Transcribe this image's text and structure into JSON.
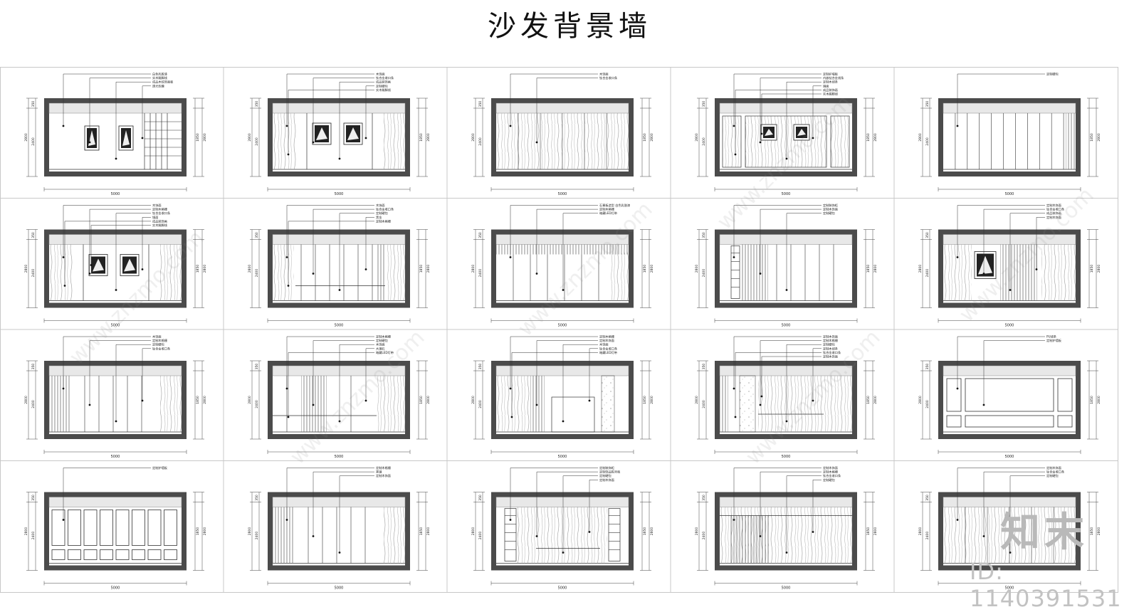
{
  "title": "沙发背景墙",
  "brand_mark": "知末",
  "doc_id": "ID: 1140391531",
  "watermark_text": "www.znzmo.com",
  "dims": {
    "width": "5000",
    "left_total": "2800",
    "left_inner": "2400",
    "left_top": "350",
    "right_mid": "1850",
    "right_total": "2800"
  },
  "panels": [
    {
      "labels": [
        "白色乳胶漆",
        "实木踢脚线",
        "成品木纹饰面板",
        "透光软膜"
      ]
    },
    {
      "labels": [
        "木饰面",
        "钛合金收口条",
        "成品装饰画",
        "定制硬包",
        "实木踢脚线"
      ]
    },
    {
      "labels": [
        "木饰面",
        "钛合金收口条"
      ]
    },
    {
      "labels": [
        "定制护墙板",
        "内嵌钛合金线条",
        "定制木线条",
        "镜面",
        "成品装饰画",
        "实木踢脚线"
      ]
    },
    {
      "labels": [
        "定制硬包"
      ]
    },
    {
      "labels": [
        "木饰面",
        "定制木格栅",
        "钛合金收口条",
        "镜面",
        "成品装饰画",
        "实木踢脚线"
      ]
    },
    {
      "labels": [
        "木饰面",
        "钛合金收口条",
        "定制硬包",
        "黑金",
        "定制木格栅"
      ]
    },
    {
      "labels": [
        "石膏板造型 白色乳胶漆",
        "定制木格栅",
        "暗藏LED灯带"
      ]
    },
    {
      "labels": [
        "定制装饰柜",
        "定制木饰面",
        "定制硬包"
      ]
    },
    {
      "labels": [
        "定制木饰面",
        "钛合金收口条",
        "成品装饰画",
        "定制木饰面"
      ]
    },
    {
      "labels": [
        "木饰面",
        "定制木格栅",
        "定制硬包",
        "钛合金收口条"
      ]
    },
    {
      "labels": [
        "定制木格栅",
        "定制硬包",
        "木饰面",
        "大理石",
        "暗藏LED灯带"
      ]
    },
    {
      "labels": [
        "定制木格栅",
        "定制木饰面",
        "木饰面",
        "钛合金收口条",
        "暗藏LED灯带"
      ]
    },
    {
      "labels": [
        "定制木饰面",
        "定制木格栅",
        "定制硬包",
        "定制木线条",
        "钛合金收口条",
        "定制木饰面"
      ]
    },
    {
      "labels": [
        "PU线条",
        "定制护墙板"
      ]
    },
    {
      "labels": [
        "定制护墙板"
      ]
    },
    {
      "labels": [
        "定制木格栅",
        "黑镜",
        "定制木饰面"
      ]
    },
    {
      "labels": [
        "定制装饰柜",
        "定制饰品陈列柜",
        "定制硬包",
        "定制木饰面"
      ]
    },
    {
      "labels": [
        "定制木饰面",
        "定制木格栅",
        "钛合金收口条",
        "定制硬包"
      ]
    },
    {
      "labels": [
        "定制木饰面",
        "钛合金收口条",
        "定制硬包"
      ]
    }
  ]
}
